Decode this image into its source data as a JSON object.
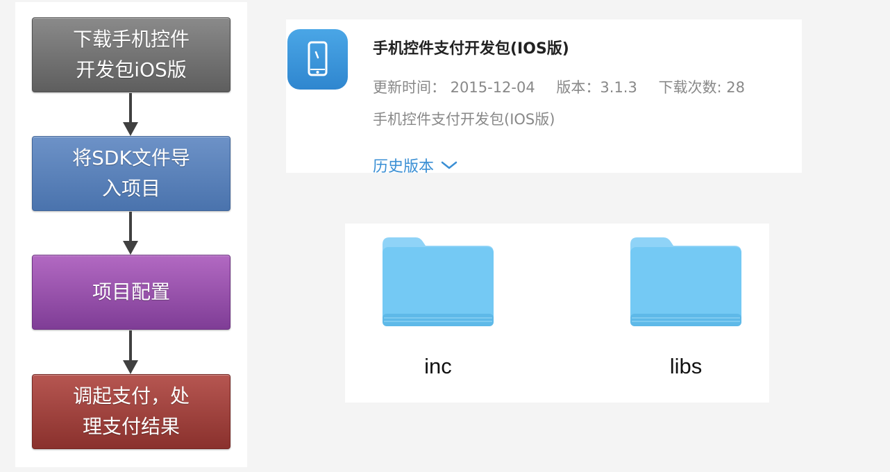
{
  "flow": {
    "steps": [
      {
        "label": "下载手机控件\n开发包iOS版"
      },
      {
        "label": "将SDK文件导\n入项目"
      },
      {
        "label": "项目配置"
      },
      {
        "label": "调起支付，处\n理支付结果"
      }
    ]
  },
  "sdk": {
    "icon": "phone-icon",
    "title": "手机控件支付开发包(IOS版)",
    "update_time": "更新时间： 2015-12-04",
    "version": "版本：3.1.3",
    "download_count": "下载次数: 28",
    "description": "手机控件支付开发包(IOS版)",
    "history_label": "历史版本",
    "history_icon": "chevron-down-icon"
  },
  "files": {
    "items": [
      {
        "name": "inc",
        "icon": "folder-icon"
      },
      {
        "name": "libs",
        "icon": "folder-icon"
      }
    ]
  },
  "colors": {
    "link": "#3a8fd4",
    "icon_blue": "#3a95dc",
    "folder_blue": "#6cc4f2"
  }
}
